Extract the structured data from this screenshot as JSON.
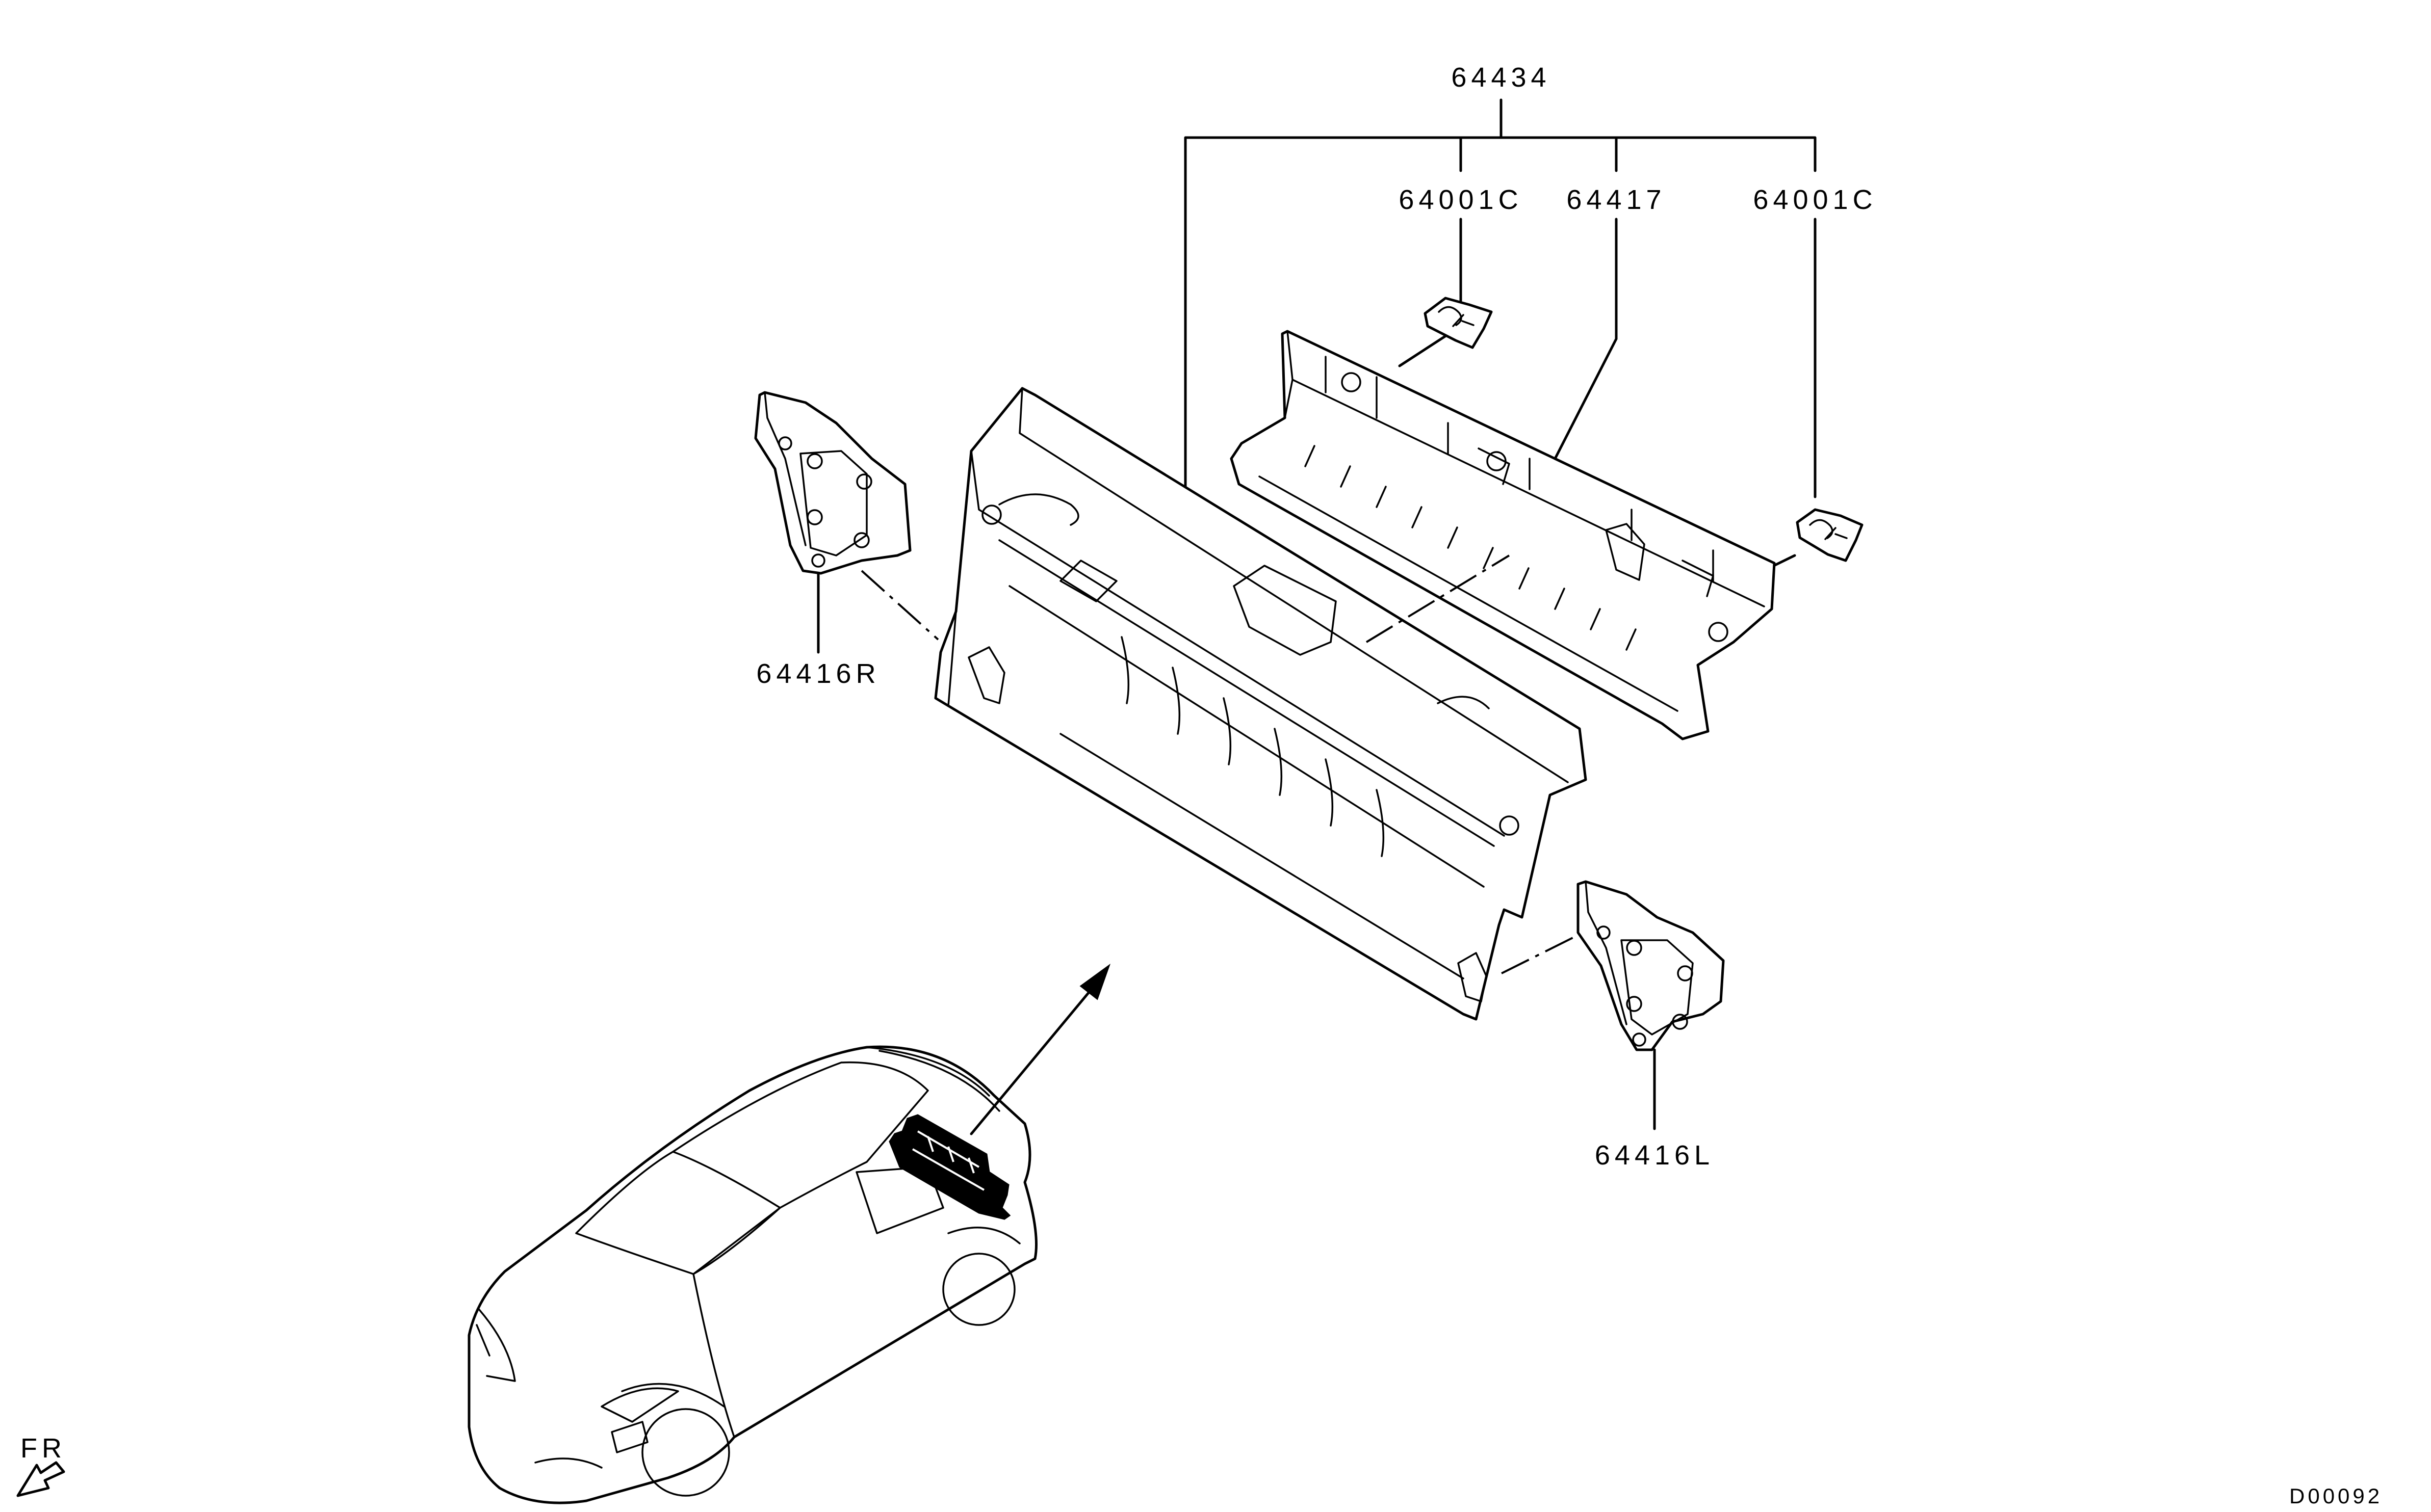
{
  "diagram": {
    "callouts": {
      "assembly": "64434",
      "bracket_left": "64001C",
      "shelf": "64417",
      "bracket_right": "64001C",
      "side_right": "64416R",
      "side_left": "64416L"
    },
    "orientation_label": "FR",
    "reference_code": "D00092"
  }
}
